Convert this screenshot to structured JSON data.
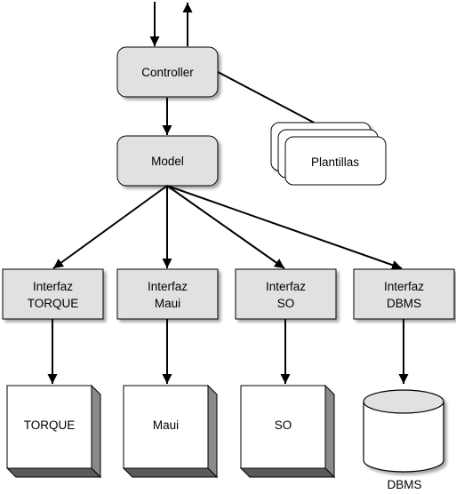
{
  "nodes": {
    "controller": "Controller",
    "model": "Model",
    "plantillas": "Plantillas",
    "interfaces": [
      {
        "line1": "Interfaz",
        "line2": "TORQUE"
      },
      {
        "line1": "Interfaz",
        "line2": "Maui"
      },
      {
        "line1": "Interfaz",
        "line2": "SO"
      },
      {
        "line1": "Interfaz",
        "line2": "DBMS"
      }
    ],
    "systems": [
      "TORQUE",
      "Maui",
      "SO"
    ],
    "database": "DBMS"
  }
}
